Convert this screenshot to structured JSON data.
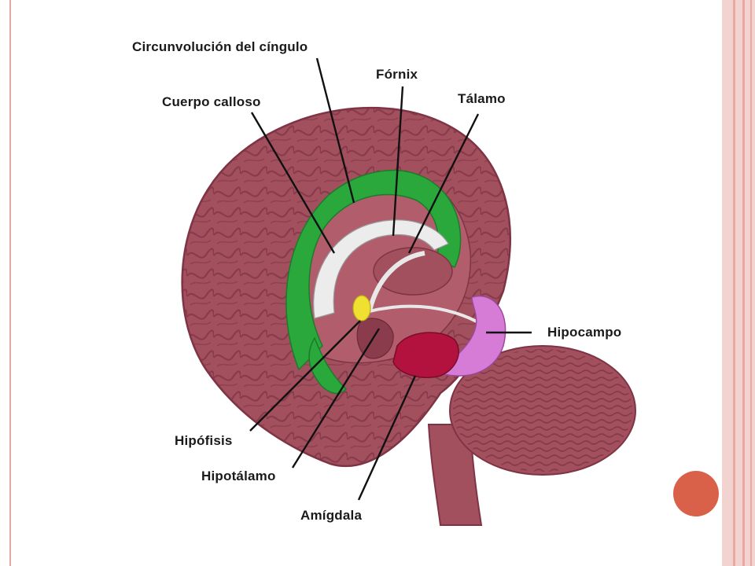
{
  "labels": {
    "cingulate": "Circunvolución del cíngulo",
    "fornix": "Fórnix",
    "corpus_callosum": "Cuerpo calloso",
    "thalamus": "Tálamo",
    "hippocampus": "Hipocampo",
    "pituitary": "Hipófisis",
    "hypothalamus": "Hipotálamo",
    "amygdala": "Amígdala"
  },
  "colors": {
    "brain": "#a24f5e",
    "brain_dark": "#7e3444",
    "cingulate": "#2aa83c",
    "corpus_callosum": "#ececec",
    "hippocampus": "#d67cd6",
    "amygdala": "#b3123f",
    "pituitary": "#f0e032",
    "accent": "#d9614a",
    "frame": "#e6aaa2"
  }
}
